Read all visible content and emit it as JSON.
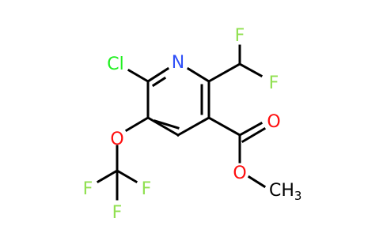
{
  "molecule": {
    "atom_labels": {
      "n": "N",
      "cl": "Cl",
      "o_ether": "O",
      "f_cf3_left": "F",
      "f_cf3_right": "F",
      "f_cf3_bottom": "F",
      "f_chf2_top": "F",
      "f_chf2_right": "F",
      "o_carbonyl": "O",
      "o_ester": "O",
      "ch3": "CH",
      "ch3_sub": "3"
    },
    "colors": {
      "bond": "#000000",
      "nitrogen": "#3050F8",
      "chlorine": "#1FF01F",
      "oxygen": "#FF0D0D",
      "fluorine": "#90E050",
      "carbon": "#000000"
    }
  }
}
